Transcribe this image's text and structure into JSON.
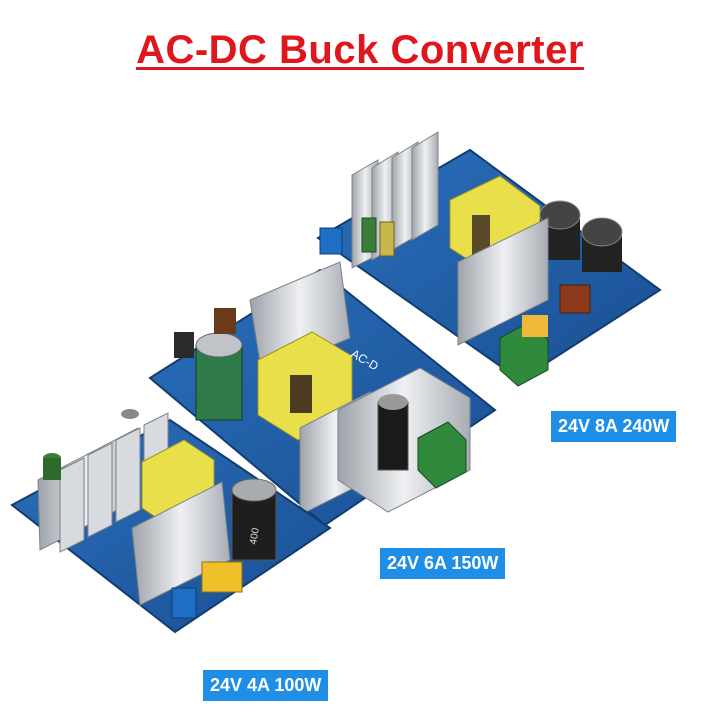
{
  "title": "AC-DC Buck Converter",
  "products": [
    {
      "label": "24V 8A 240W"
    },
    {
      "label": "24V 6A 150W"
    },
    {
      "label": "24V 4A 100W"
    }
  ],
  "board_markings": {
    "ac_dc_silk": "AC-D",
    "cap_text": "400"
  },
  "colors": {
    "title": "#e0161d",
    "label_bg": "#1e8ee6",
    "pcb": "#1f5fa8",
    "heatsink": "#c9ccd1",
    "transformer": "#e8df4a",
    "terminal": "#2f8a3c"
  }
}
